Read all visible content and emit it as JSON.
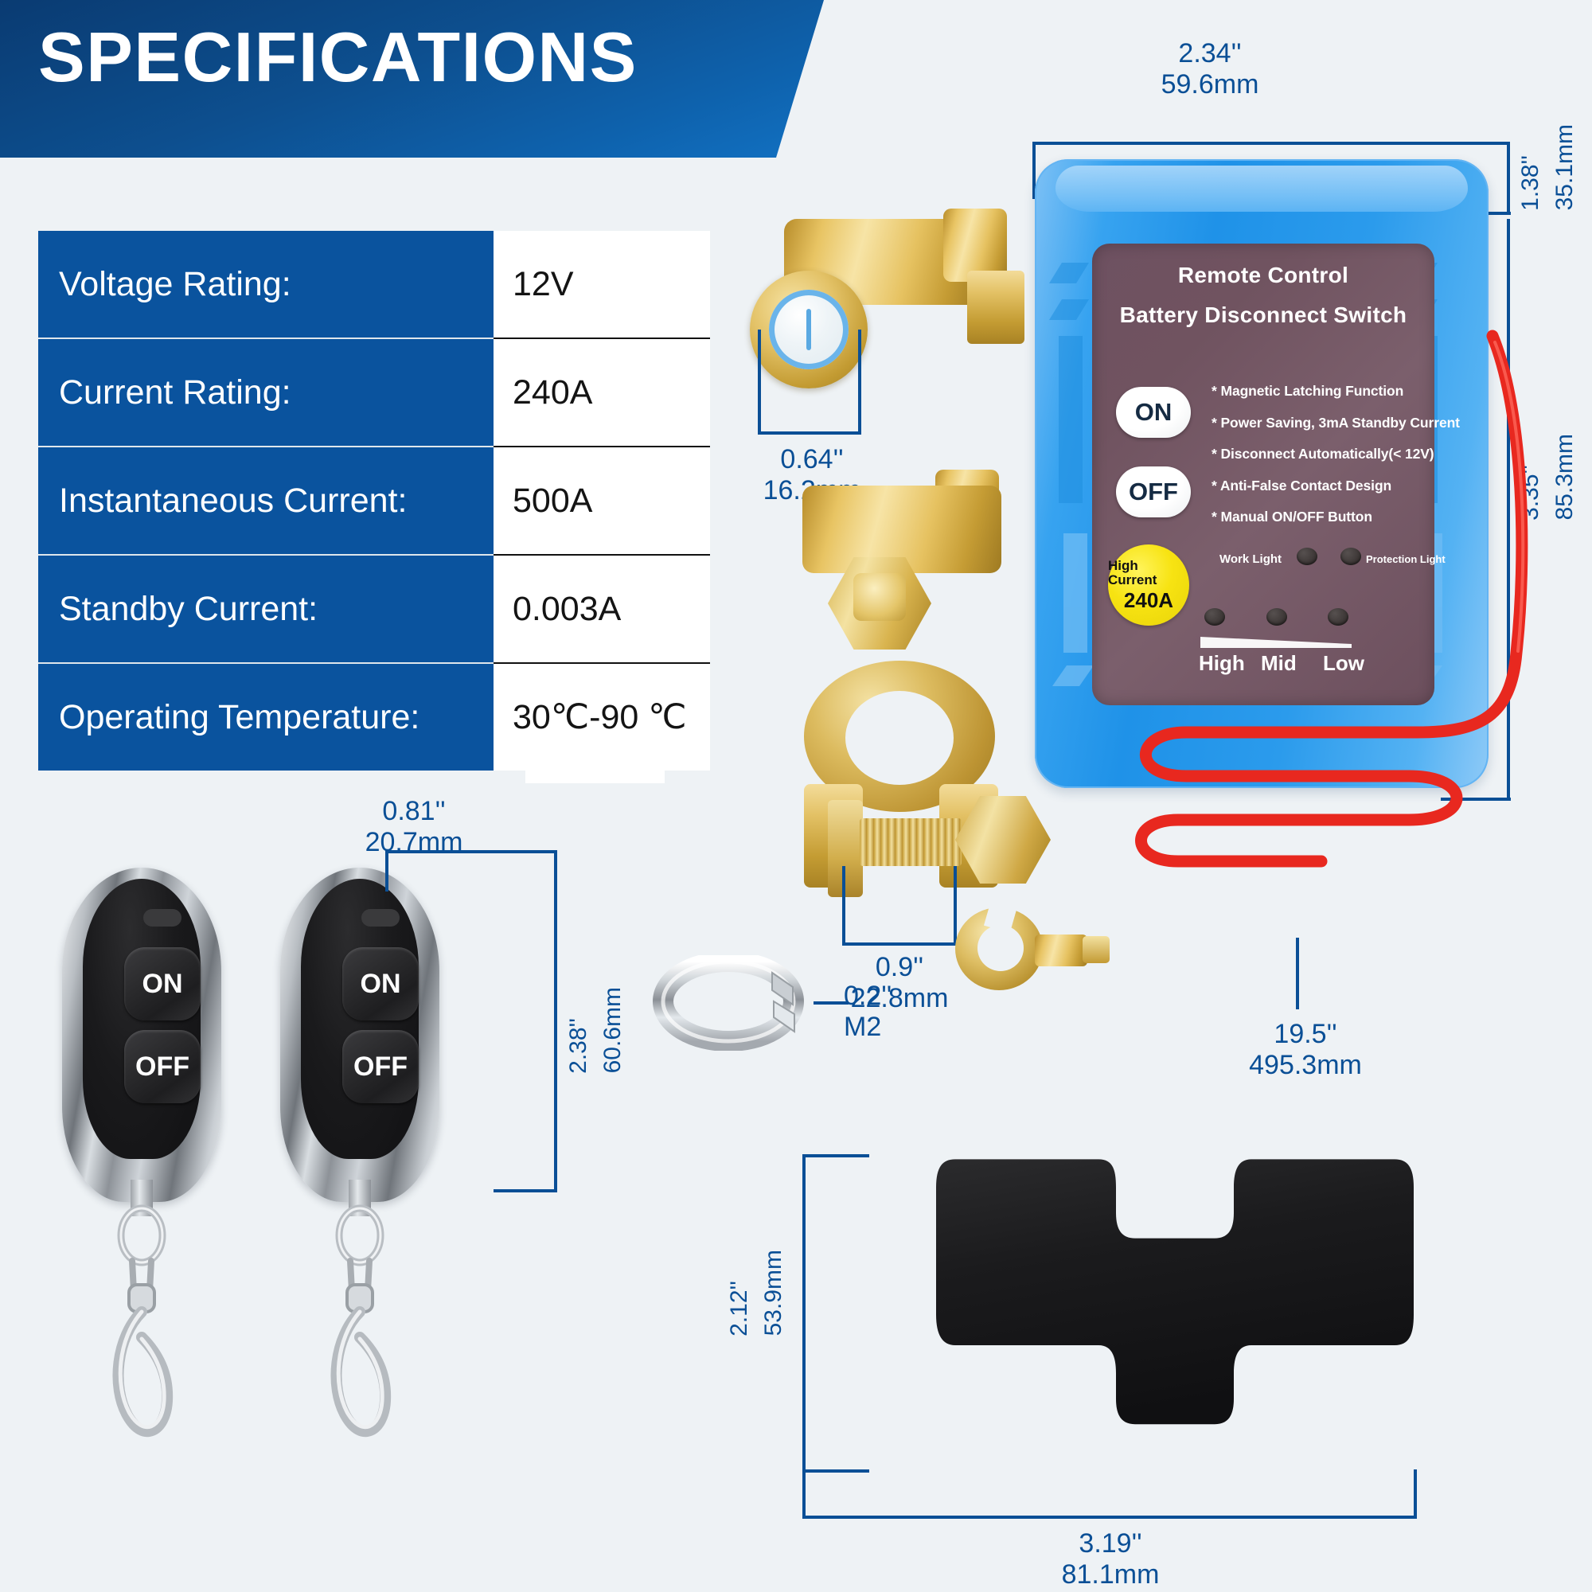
{
  "page": {
    "background_color": "#eef2f5",
    "accent_blue": "#0a539e",
    "dim_color": "#0a4f96"
  },
  "header": {
    "title": "SPECIFICATIONS"
  },
  "spec_table": {
    "rows": [
      {
        "label": "Voltage Rating:",
        "value": "12V"
      },
      {
        "label": "Current Rating:",
        "value": "240A"
      },
      {
        "label": "Instantaneous Current:",
        "value": "500A"
      },
      {
        "label": "Standby Current:",
        "value": "0.003A"
      },
      {
        "label": "Operating Temperature:",
        "value": "30℃-90 ℃"
      }
    ]
  },
  "device": {
    "panel_title": "Remote Control",
    "panel_subtitle": "Battery Disconnect Switch",
    "button_on": "ON",
    "button_off": "OFF",
    "features": [
      "* Magnetic Latching Function",
      "* Power Saving, 3mA Standby Current",
      "* Disconnect Automatically(< 12V)",
      "* Anti-False Contact Design",
      "* Manual ON/OFF Button"
    ],
    "badge": {
      "line1": "High Current",
      "line2": "240A",
      "color": "#f2dd14"
    },
    "indicators": {
      "work_light": "Work Light",
      "protection_light": "Protection Light",
      "levels": [
        "High",
        "Mid",
        "Low"
      ]
    },
    "case_color": "#2b9bec",
    "panel_color": "#70536 0"
  },
  "remotes": [
    {
      "name": "remote-fob-1",
      "button_on": "ON",
      "button_off": "OFF"
    },
    {
      "name": "remote-fob-2",
      "button_on": "ON",
      "button_off": "OFF"
    }
  ],
  "dimensions": {
    "device_width": {
      "inch": "2.34''",
      "mm": "59.6mm"
    },
    "device_depth": {
      "inch": "1.38''",
      "mm": "35.1mm"
    },
    "device_height": {
      "inch": "3.35''",
      "mm": "85.3mm"
    },
    "knob_diameter": {
      "inch": "0.64''",
      "mm": "16.2mm"
    },
    "clamp_width": {
      "inch": "0.9''",
      "mm": "22.8mm"
    },
    "fob_width": {
      "inch": "0.81''",
      "mm": "20.7mm"
    },
    "fob_height": {
      "inch": "2.38''",
      "mm": "60.6mm"
    },
    "washer": {
      "inch": "0.2''",
      "mm": "M2"
    },
    "wire_length": {
      "inch": "19.5''",
      "mm": "495.3mm"
    },
    "pad_height": {
      "inch": "2.12''",
      "mm": "53.9mm"
    },
    "pad_width": {
      "inch": "3.19''",
      "mm": "81.1mm"
    }
  },
  "icons": {
    "power": "power-icon"
  }
}
